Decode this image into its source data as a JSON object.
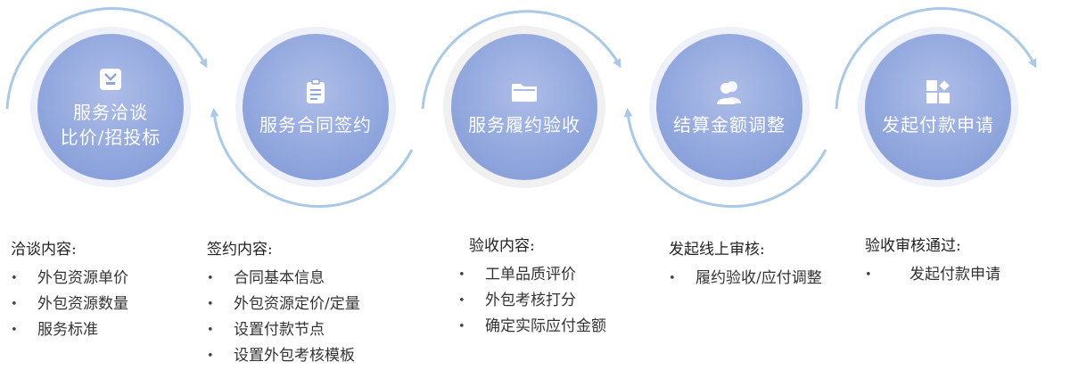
{
  "steps": [
    {
      "title": "服务洽谈\n比价/招投标",
      "icon": "clipboard-check-icon",
      "heading": "洽谈内容:",
      "items": [
        "外包资源单价",
        "外包资源数量",
        "服务标准"
      ]
    },
    {
      "title": "服务合同签约",
      "icon": "document-list-icon",
      "heading": "签约内容:",
      "items": [
        "合同基本信息",
        "外包资源定价/定量",
        "设置付款节点",
        "设置外包考核模板"
      ]
    },
    {
      "title": "服务履约验收",
      "icon": "folder-icon",
      "heading": "验收内容:",
      "items": [
        "工单品质评价",
        "外包考核打分",
        "确定实际应付金额"
      ]
    },
    {
      "title": "结算金额调整",
      "icon": "users-icon",
      "heading": "发起线上审核:",
      "items": [
        "履约验收/应付调整"
      ]
    },
    {
      "title": "发起付款申请",
      "icon": "apps-grid-icon",
      "heading": "验收审核通过:",
      "items": [
        "发起付款申请"
      ]
    }
  ],
  "colors": {
    "circle": "#92a8de",
    "arc": "#a9c9e8",
    "arc_dark": "#8fb3de"
  }
}
